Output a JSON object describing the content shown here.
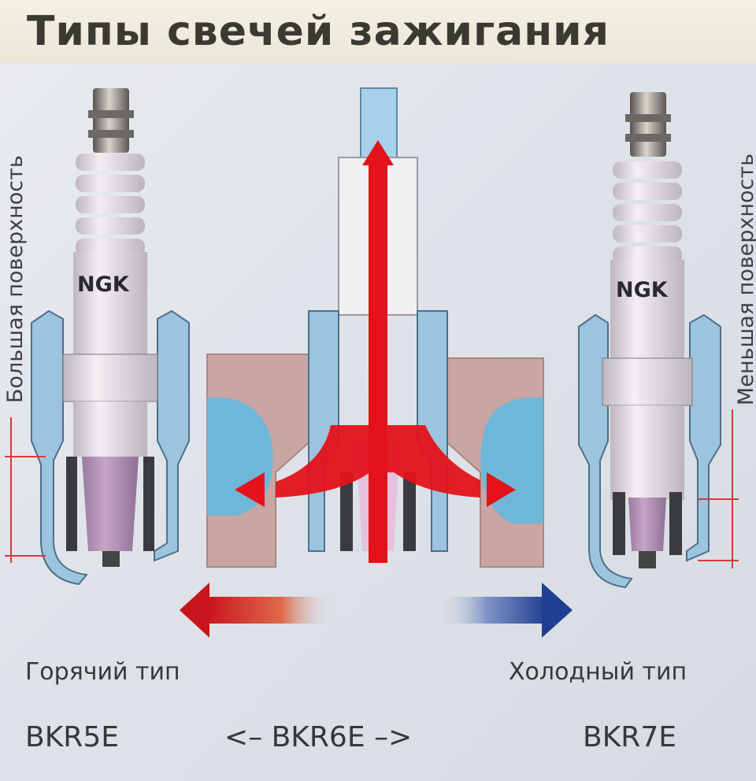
{
  "title": "Типы свечей зажигания",
  "left_side_label": "Большая поверхность",
  "right_side_label": "Меньшая поверхность",
  "hot_type_label": "Горячий тип",
  "cold_type_label": "Холодный тип",
  "brand_marking": "NGK",
  "models": {
    "hot": "BKR5E",
    "middle": "<– BKR6E –>",
    "cold": "BKR7E"
  },
  "colors": {
    "heat_flow": "#e3121b",
    "hot_arrow": "#c8141c",
    "cold_arrow": "#1f3f92",
    "coolant": "#6fb7d8",
    "engine_head": "#c9a5a3",
    "insulator": "#eae4e8",
    "insulator_tip": "#b995b9",
    "seal": "#9dc4de"
  }
}
